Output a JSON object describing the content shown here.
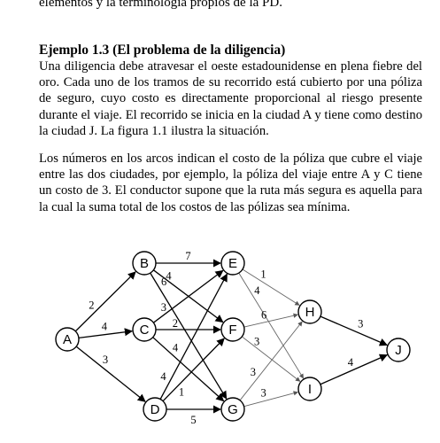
{
  "document": {
    "top_line": "elementos y la terminología propios de la PD.",
    "heading": "Ejemplo 1.3 (El problema de la diligencia)",
    "paragraph1": "Una diligencia debe atravesar el oeste estadounidense en plena fiebre del oro. Cada uno de los tramos de su recorrido está cubierto por una póliza de seguro, cuyo costo es directamente proporcional al riesgo presente durante el viaje. El recorrido se inicia en la ciudad A y tiene como destino la ciudad J. La figura 1.1 ilustra la situación.",
    "paragraph2": "Los números en los arcos indican el costo de la póliza que cubre el viaje entre las dos ciudades, por ejemplo, la póliza del viaje entre A y C tiene un costo de 3. El conductor supone que la ruta más segura es aquella para la cual la suma total de los costos de las pólizas sea mínima."
  },
  "graph": {
    "nodes": [
      {
        "id": "A",
        "label": "A"
      },
      {
        "id": "B",
        "label": "B"
      },
      {
        "id": "C",
        "label": "C"
      },
      {
        "id": "D",
        "label": "D"
      },
      {
        "id": "E",
        "label": "E"
      },
      {
        "id": "F",
        "label": "F"
      },
      {
        "id": "G",
        "label": "G"
      },
      {
        "id": "H",
        "label": "H"
      },
      {
        "id": "I",
        "label": "I"
      },
      {
        "id": "J",
        "label": "J"
      }
    ],
    "edges": [
      {
        "from": "A",
        "to": "B",
        "cost": "2"
      },
      {
        "from": "A",
        "to": "C",
        "cost": "4"
      },
      {
        "from": "A",
        "to": "D",
        "cost": "3"
      },
      {
        "from": "B",
        "to": "E",
        "cost": "7"
      },
      {
        "from": "B",
        "to": "F",
        "cost": "4"
      },
      {
        "from": "B",
        "to": "G",
        "cost": "6"
      },
      {
        "from": "C",
        "to": "E",
        "cost": "3"
      },
      {
        "from": "C",
        "to": "F",
        "cost": "2"
      },
      {
        "from": "C",
        "to": "G",
        "cost": "4"
      },
      {
        "from": "D",
        "to": "E",
        "cost": "4"
      },
      {
        "from": "D",
        "to": "F",
        "cost": "1"
      },
      {
        "from": "D",
        "to": "G",
        "cost": "5"
      },
      {
        "from": "E",
        "to": "H",
        "cost": "1"
      },
      {
        "from": "E",
        "to": "I",
        "cost": "4"
      },
      {
        "from": "F",
        "to": "H",
        "cost": "6"
      },
      {
        "from": "F",
        "to": "I",
        "cost": "3"
      },
      {
        "from": "G",
        "to": "H",
        "cost": "3"
      },
      {
        "from": "G",
        "to": "I",
        "cost": "3"
      },
      {
        "from": "H",
        "to": "J",
        "cost": "3"
      },
      {
        "from": "I",
        "to": "J",
        "cost": "4"
      }
    ]
  }
}
